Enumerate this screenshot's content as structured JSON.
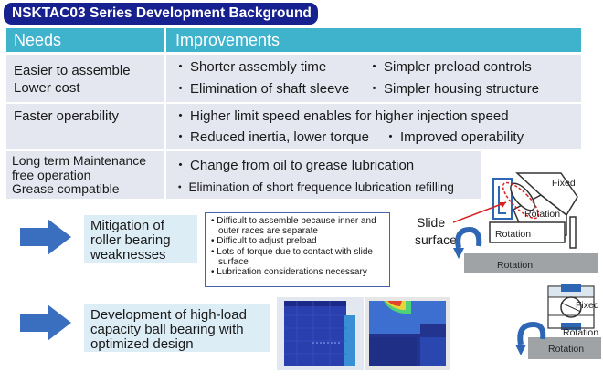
{
  "title": "NSKTAC03 Series Development Background",
  "table": {
    "header_needs": "Needs",
    "header_improvements": "Improvements",
    "rows": [
      {
        "needs": [
          "Easier to assemble",
          "Lower cost"
        ],
        "improvements": [
          "Shorter assembly time",
          "Simpler preload controls",
          "Elimination of shaft sleeve",
          "Simpler housing structure"
        ]
      },
      {
        "needs": [
          "Faster operability"
        ],
        "improvements": [
          "Higher limit speed enables for higher injection speed",
          "Reduced inertia, lower torque",
          "Improved operability"
        ]
      },
      {
        "needs": [
          "Long term Maintenance",
          "free operation",
          "Grease compatible"
        ],
        "improvements": [
          "Change from oil to grease lubrication",
          "Elimination of short frequence lubrication refilling"
        ]
      }
    ]
  },
  "bullet": "・",
  "mitigation": {
    "label": [
      "Mitigation of",
      "roller bearing",
      "weaknesses"
    ],
    "weaknesses": [
      "Difficult to assemble because inner and outer races are separate",
      "Difficult to adjust preload",
      "Lots of torque due to contact with slide surface",
      "Lubrication considerations necessary"
    ]
  },
  "development": {
    "label": [
      "Development of high-load",
      "capacity ball bearing with",
      "optimized design"
    ]
  },
  "diagram_top": {
    "slide_surface": [
      "Slide",
      "surface"
    ],
    "fixed": "Fixed",
    "rotation_upper": "Rotation",
    "rotation_lower": "Rotation",
    "rotation_base": "Rotation"
  },
  "diagram_bottom": {
    "fixed": "Fixed",
    "rotation_upper": "Rotation",
    "rotation_base": "Rotation"
  },
  "colors": {
    "title_bg": "#17208f",
    "header_bg": "#3fb2cc",
    "row_bg": "#e4e7f0",
    "arrow": "#3a6fbf",
    "label_bg": "#dcedf6"
  }
}
